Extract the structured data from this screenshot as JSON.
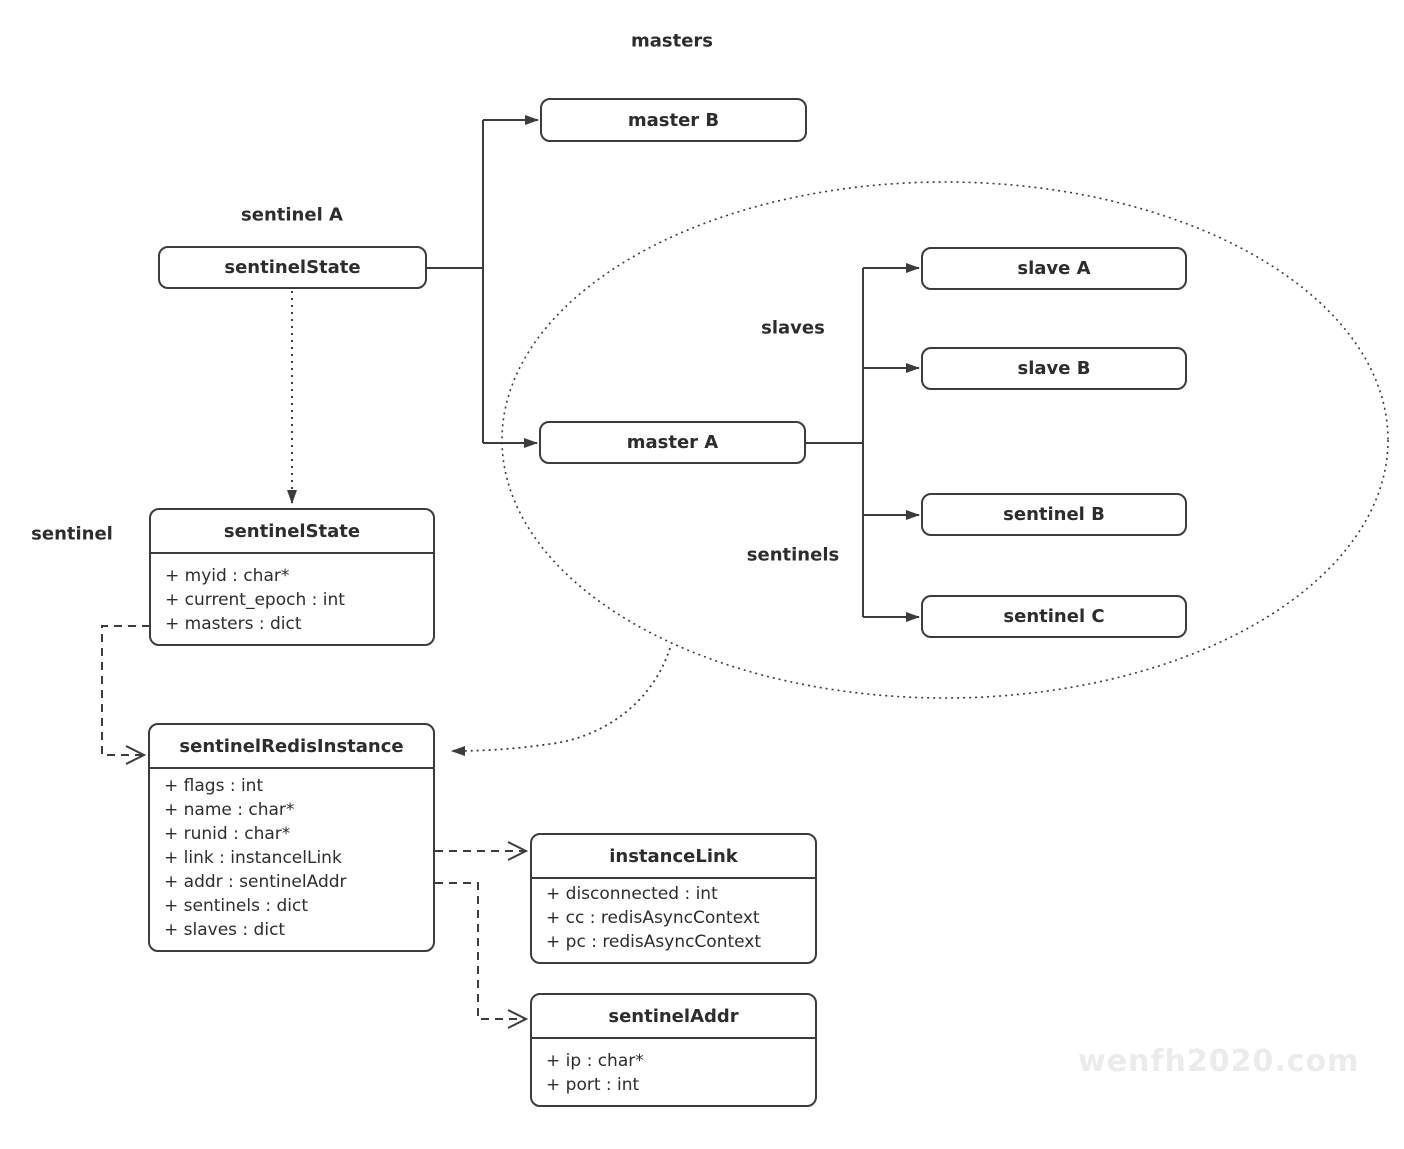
{
  "labels": {
    "masters": "masters",
    "sentinel_a": "sentinel A",
    "sentinel": "sentinel",
    "slaves": "slaves",
    "sentinels": "sentinels"
  },
  "nodes": {
    "sentinel_state_ref": "sentinelState",
    "master_b": "master B",
    "master_a": "master A",
    "slave_a": "slave A",
    "slave_b": "slave B",
    "sentinel_b": "sentinel B",
    "sentinel_c": "sentinel C"
  },
  "classes": {
    "sentinelState": {
      "title": "sentinelState",
      "fields": [
        "+ myid : char*",
        "+ current_epoch : int",
        "+ masters : dict"
      ]
    },
    "sentinelRedisInstance": {
      "title": "sentinelRedisInstance",
      "fields": [
        "+ flags : int",
        "+ name : char*",
        "+ runid : char*",
        "+ link : instancelLink",
        "+ addr : sentinelAddr",
        "+ sentinels : dict",
        "+ slaves : dict"
      ]
    },
    "instanceLink": {
      "title": "instanceLink",
      "fields": [
        "+ disconnected : int",
        "+ cc : redisAsyncContext",
        "+ pc : redisAsyncContext"
      ]
    },
    "sentinelAddr": {
      "title": "sentinelAddr",
      "fields": [
        "+ ip : char*",
        "+ port : int"
      ]
    }
  },
  "watermark": "wenfh2020.com",
  "colors": {
    "stroke": "#3c3c3c",
    "text": "#2d2d2d",
    "watermark": "#ebebeb",
    "background": "#ffffff"
  }
}
